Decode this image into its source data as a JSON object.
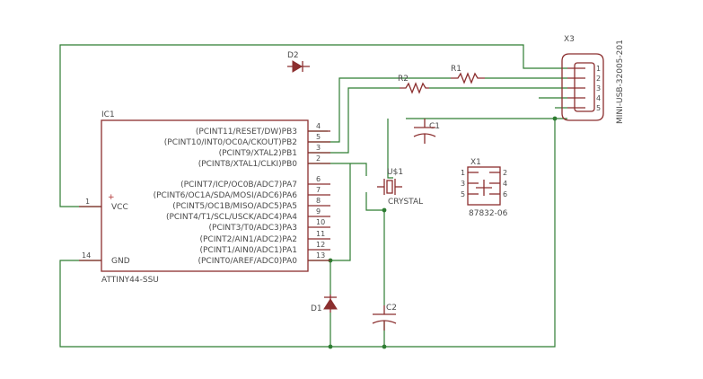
{
  "ic1": {
    "name": "IC1",
    "part": "ATTINY44-SSU",
    "left_pins": [
      {
        "num": "1",
        "label": "VCC"
      },
      {
        "num": "14",
        "label": "GND"
      }
    ],
    "right_pins": [
      {
        "num": "4",
        "label": "(PCINT11/RESET/DW)PB3"
      },
      {
        "num": "5",
        "label": "(PCINT10/INT0/OC0A/CKOUT)PB2"
      },
      {
        "num": "3",
        "label": "(PCINT9/XTAL2)PB1"
      },
      {
        "num": "2",
        "label": "(PCINT8/XTAL1/CLKI)PB0"
      },
      {
        "num": "6",
        "label": "(PCINT7/ICP/OC0B/ADC7)PA7"
      },
      {
        "num": "7",
        "label": "(PCINT6/OC1A/SDA/MOSI/ADC6)PA6"
      },
      {
        "num": "8",
        "label": "(PCINT5/OC1B/MISO/ADC5)PA5"
      },
      {
        "num": "9",
        "label": "(PCINT4/T1/SCL/USCK/ADC4)PA4"
      },
      {
        "num": "10",
        "label": "(PCINT3/T0/ADC3)PA3"
      },
      {
        "num": "11",
        "label": "(PCINT2/AIN1/ADC2)PA2"
      },
      {
        "num": "12",
        "label": "(PCINT1/AIN0/ADC1)PA1"
      },
      {
        "num": "13",
        "label": "(PCINT0/AREF/ADC0)PA0"
      }
    ]
  },
  "usb": {
    "name": "X3",
    "part": "MINI-USB-32005-201",
    "pins": [
      "1",
      "2",
      "3",
      "4",
      "5"
    ]
  },
  "x1": {
    "name": "X1",
    "part": "87832-06",
    "pins": [
      "1",
      "2",
      "3",
      "4",
      "5",
      "6"
    ]
  },
  "parts": {
    "d2": "D2",
    "r1": "R1",
    "r2": "R2",
    "c1": "C1",
    "c2": "C2",
    "d1": "D1",
    "crystal_ref": "U$1",
    "crystal_val": "CRYSTAL"
  },
  "colors": {
    "wire": "#2e7d32",
    "symbol": "#8b2e2e"
  }
}
